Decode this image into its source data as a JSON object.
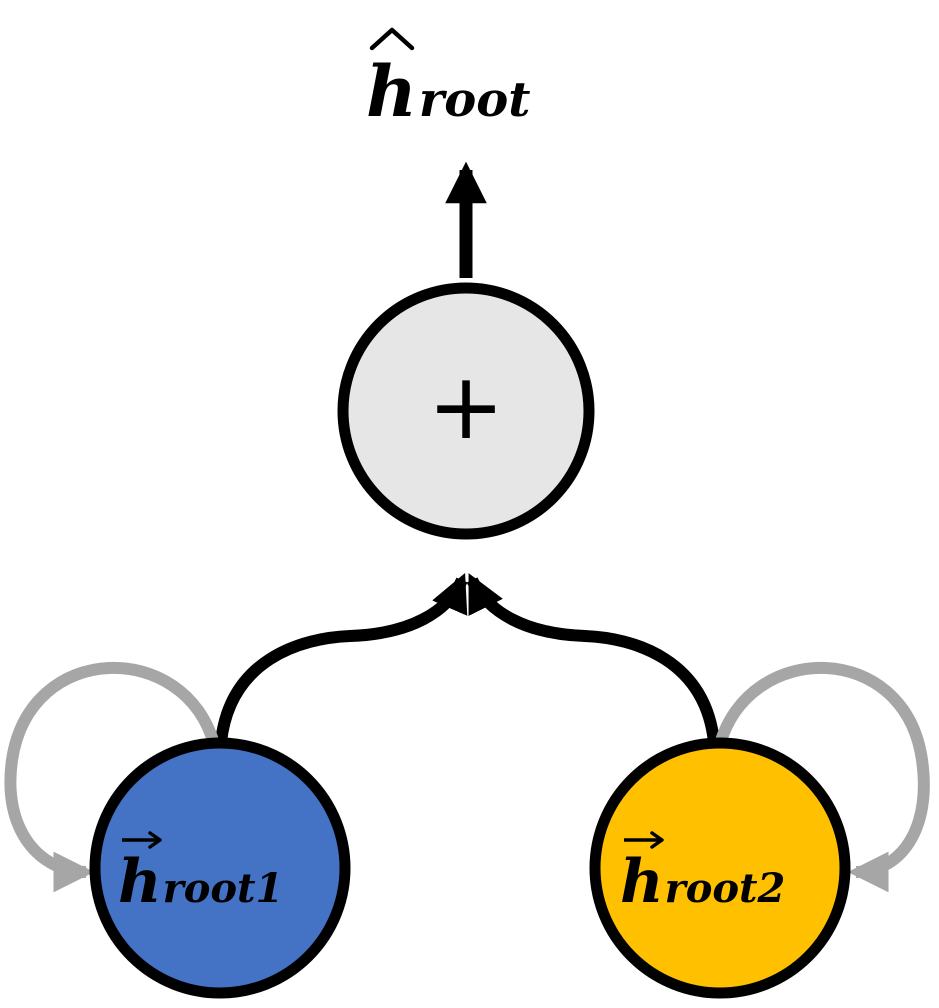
{
  "output": {
    "base": "h",
    "accent": "hat",
    "subscript": "root"
  },
  "sum_node": {
    "operator": "+",
    "fill": "#e6e6e6"
  },
  "left_node": {
    "base": "h",
    "accent": "arrow",
    "subscript": "root1",
    "fill": "#4472c4"
  },
  "right_node": {
    "base": "h",
    "accent": "arrow",
    "subscript": "root2",
    "fill": "#ffc000"
  },
  "colors": {
    "stroke": "#000000",
    "self_loop": "#a6a6a6"
  }
}
